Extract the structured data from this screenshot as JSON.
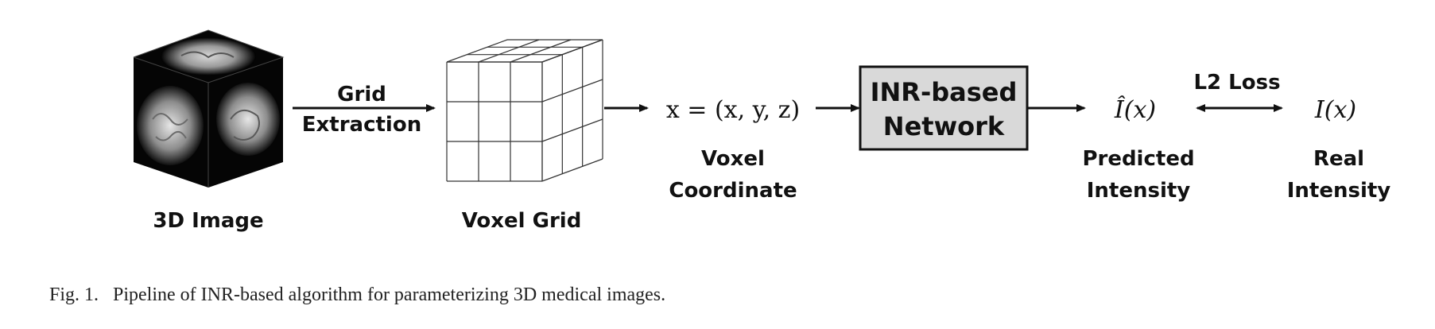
{
  "stages": {
    "image": {
      "label": "3D Image"
    },
    "grid": {
      "label": "Voxel Grid"
    },
    "coordinate": {
      "formula": "x = (x, y, z)",
      "label_line1": "Voxel",
      "label_line2": "Coordinate"
    },
    "network": {
      "line1": "INR-based",
      "line2": "Network"
    },
    "predicted": {
      "formula": "Î(x)",
      "label_line1": "Predicted",
      "label_line2": "Intensity"
    },
    "real": {
      "formula": "I(x)",
      "label_line1": "Real",
      "label_line2": "Intensity"
    }
  },
  "edges": {
    "extraction": {
      "line1": "Grid",
      "line2": "Extraction"
    },
    "loss": {
      "label": "L2 Loss"
    }
  },
  "caption": {
    "fig_no": "Fig. 1.",
    "text": "Pipeline of INR-based algorithm for parameterizing 3D medical images."
  },
  "colors": {
    "network_fill": "#d9d9d9",
    "stroke": "#111111"
  }
}
